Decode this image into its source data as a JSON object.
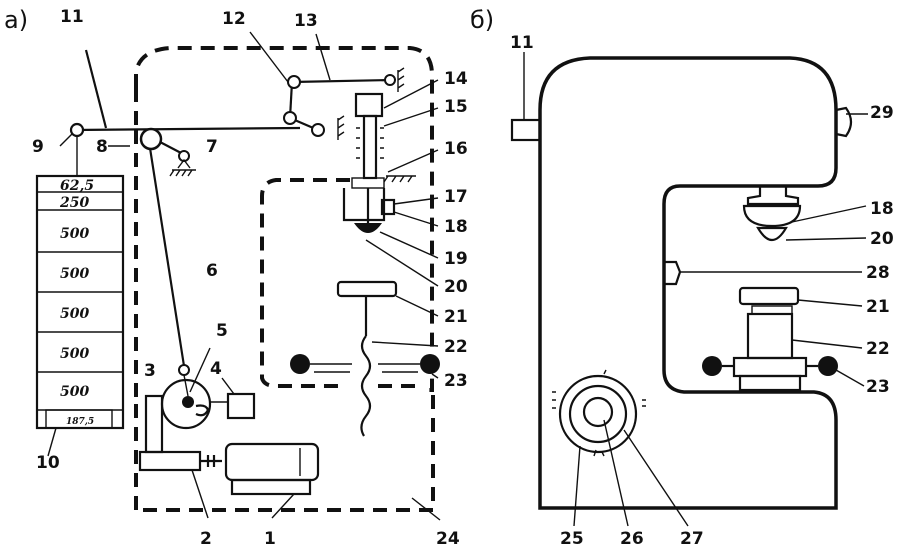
{
  "panels": {
    "a": "а)",
    "b": "б)"
  },
  "labels_a": {
    "n1": "1",
    "n2": "2",
    "n3": "3",
    "n4": "4",
    "n5": "5",
    "n6": "6",
    "n7": "7",
    "n8": "8",
    "n9": "9",
    "n10": "10",
    "n11": "11",
    "n12": "12",
    "n13": "13",
    "n14": "14",
    "n15": "15",
    "n16": "16",
    "n17": "17",
    "n18": "18",
    "n19": "19",
    "n20": "20",
    "n21": "21",
    "n22": "22",
    "n23": "23",
    "n24": "24"
  },
  "labels_b": {
    "n11": "11",
    "n18": "18",
    "n20": "20",
    "n21": "21",
    "n22": "22",
    "n23": "23",
    "n25": "25",
    "n26": "26",
    "n27": "27",
    "n28": "28",
    "n29": "29"
  },
  "weights": [
    "62,5",
    "250",
    "500",
    "500",
    "500",
    "500",
    "500"
  ],
  "weight_base": "187,5"
}
